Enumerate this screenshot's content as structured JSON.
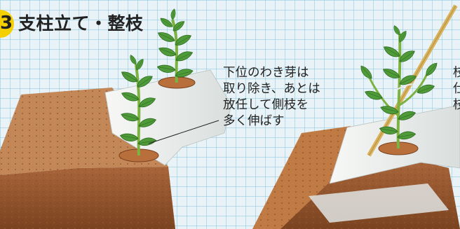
{
  "step": {
    "number": "3",
    "title": "支柱立て・整枝"
  },
  "note_left": [
    "下位のわき芽は",
    "取り除き、あとは",
    "放任して側枝を",
    "多く伸ばす"
  ],
  "note_right_cut": [
    "枝",
    "仕",
    "枝"
  ],
  "colors": {
    "badge": "#f4d000",
    "grid": "#9fcfe0",
    "leaf": "#4f9b3a",
    "stem": "#7bb240",
    "soil": "#9a5a2e",
    "mulch": "#f3f4f2",
    "stake": "#d8b25c"
  }
}
